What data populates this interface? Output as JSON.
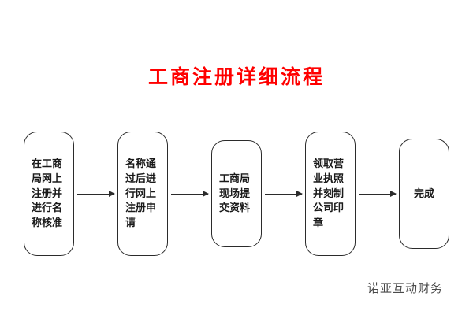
{
  "title": "工商注册详细流程",
  "colors": {
    "title": "#ff0000",
    "line": "#2b2b2b",
    "box_text": "#1a1a1a",
    "footer_text": "#4a4a4a"
  },
  "steps": [
    {
      "label": "在工商局网上注册并进行名称核准"
    },
    {
      "label": "名称通过后进行网上注册申请"
    },
    {
      "label": "工商局现场提交资料"
    },
    {
      "label": "领取营业执照并刻制公司印章"
    },
    {
      "label": "完成"
    }
  ],
  "footer": {
    "brand": "诺亚互动财务"
  }
}
